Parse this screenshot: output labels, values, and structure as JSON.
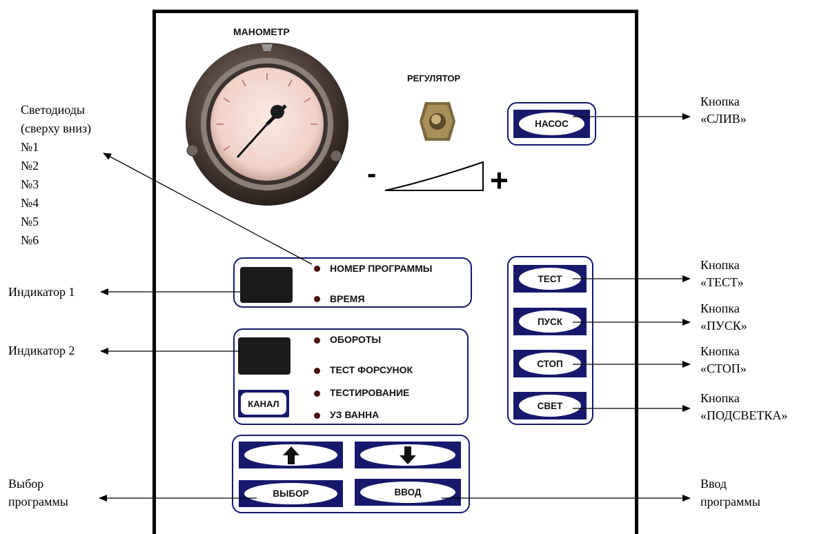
{
  "panel": {
    "manometer_label": "МАНОМЕТР",
    "regulator_label": "РЕГУЛЯТОР",
    "minus_sign": "-",
    "plus_sign": "+"
  },
  "leds": {
    "program_number": "НОМЕР ПРОГРАММЫ",
    "time": "ВРЕМЯ",
    "rpm": "ОБОРОТЫ",
    "injector_test": "ТЕСТ ФОРСУНОК",
    "testing": "ТЕСТИРОВАНИЕ",
    "ultrasonic_bath": "УЗ ВАННА"
  },
  "buttons": {
    "pump": "НАСОС",
    "channel": "КАНАЛ",
    "test": "ТЕСТ",
    "start": "ПУСК",
    "stop": "СТОП",
    "light": "СВЕТ",
    "select": "ВЫБОР",
    "enter": "ВВОД"
  },
  "callouts": {
    "leds_title_1": "Светодиоды",
    "leds_title_2": "(сверху вниз)",
    "led_numbers": [
      "№1",
      "№2",
      "№3",
      "№4",
      "№5",
      "№6"
    ],
    "indicator_1": "Индикатор 1",
    "indicator_2": "Индикатор 2",
    "select_program_1": "Выбор",
    "select_program_2": "программы",
    "drain_1": "Кнопка",
    "drain_2": "«СЛИВ»",
    "test_1": "Кнопка",
    "test_2": "«ТЕСТ»",
    "start_1": "Кнопка",
    "start_2": "«ПУСК»",
    "stop_1": "Кнопка",
    "stop_2": "«СТОП»",
    "backlight_1": "Кнопка",
    "backlight_2": "«ПОДСВЕТКА»",
    "enter_program_1": "Ввод",
    "enter_program_2": "программы"
  },
  "colors": {
    "button_frame": "#16196b",
    "led": "#4a0e0e",
    "display": "#1a1a1a"
  }
}
